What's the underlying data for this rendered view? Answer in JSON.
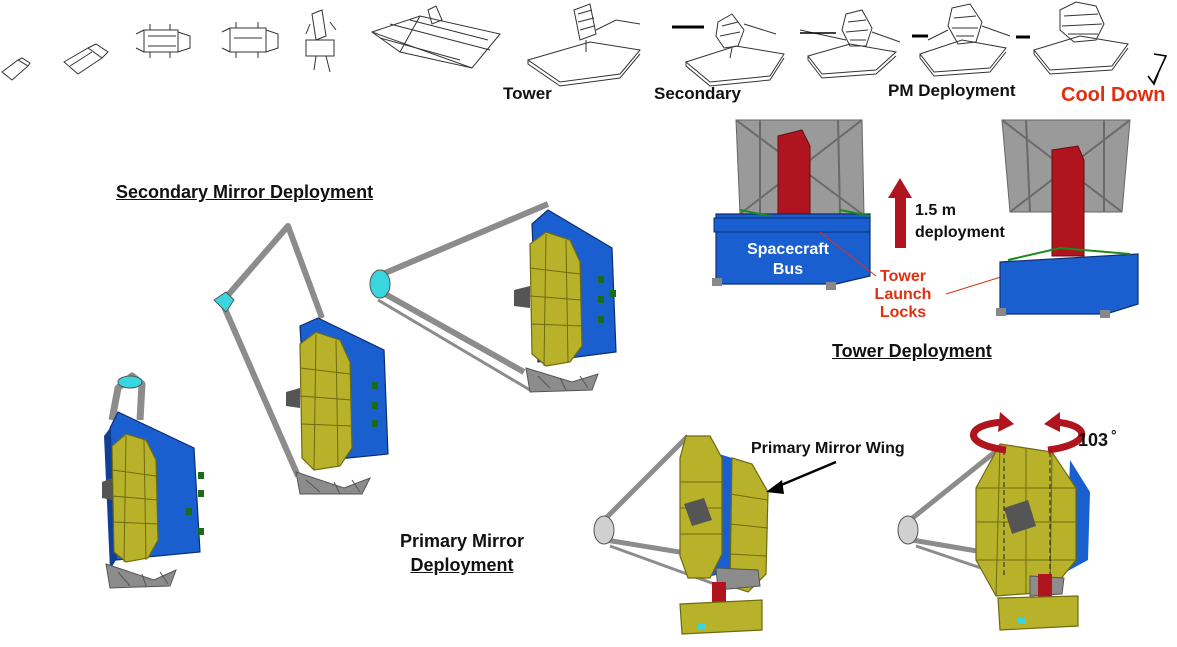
{
  "sequence": {
    "tower": "Tower",
    "secondary": "Secondary",
    "pm_deployment": "PM Deployment",
    "cool_down": "Cool Down"
  },
  "secondary_mirror": {
    "title": "Secondary Mirror  Deployment"
  },
  "tower_panel": {
    "title": "Tower  Deployment",
    "bus_line1": "Spacecraft",
    "bus_line2": "Bus",
    "arrow_line1": "1.5 m",
    "arrow_line2": "deployment",
    "locks_line1": "Tower",
    "locks_line2": "Launch",
    "locks_line3": "Locks"
  },
  "primary_mirror": {
    "title_line1": "Primary Mirror",
    "title_line2": "Deployment",
    "wing_label": "Primary Mirror Wing",
    "angle": "103",
    "angle_unit": "°"
  },
  "colors": {
    "mirror": "#b8b22a",
    "mirror_edge": "#6e6a10",
    "bus_blue": "#1a5fd0",
    "tower_red": "#b0141e",
    "truss_gray": "#9a9a9a",
    "label_red": "#e03010",
    "accent_cyan": "#3ad6e0"
  }
}
